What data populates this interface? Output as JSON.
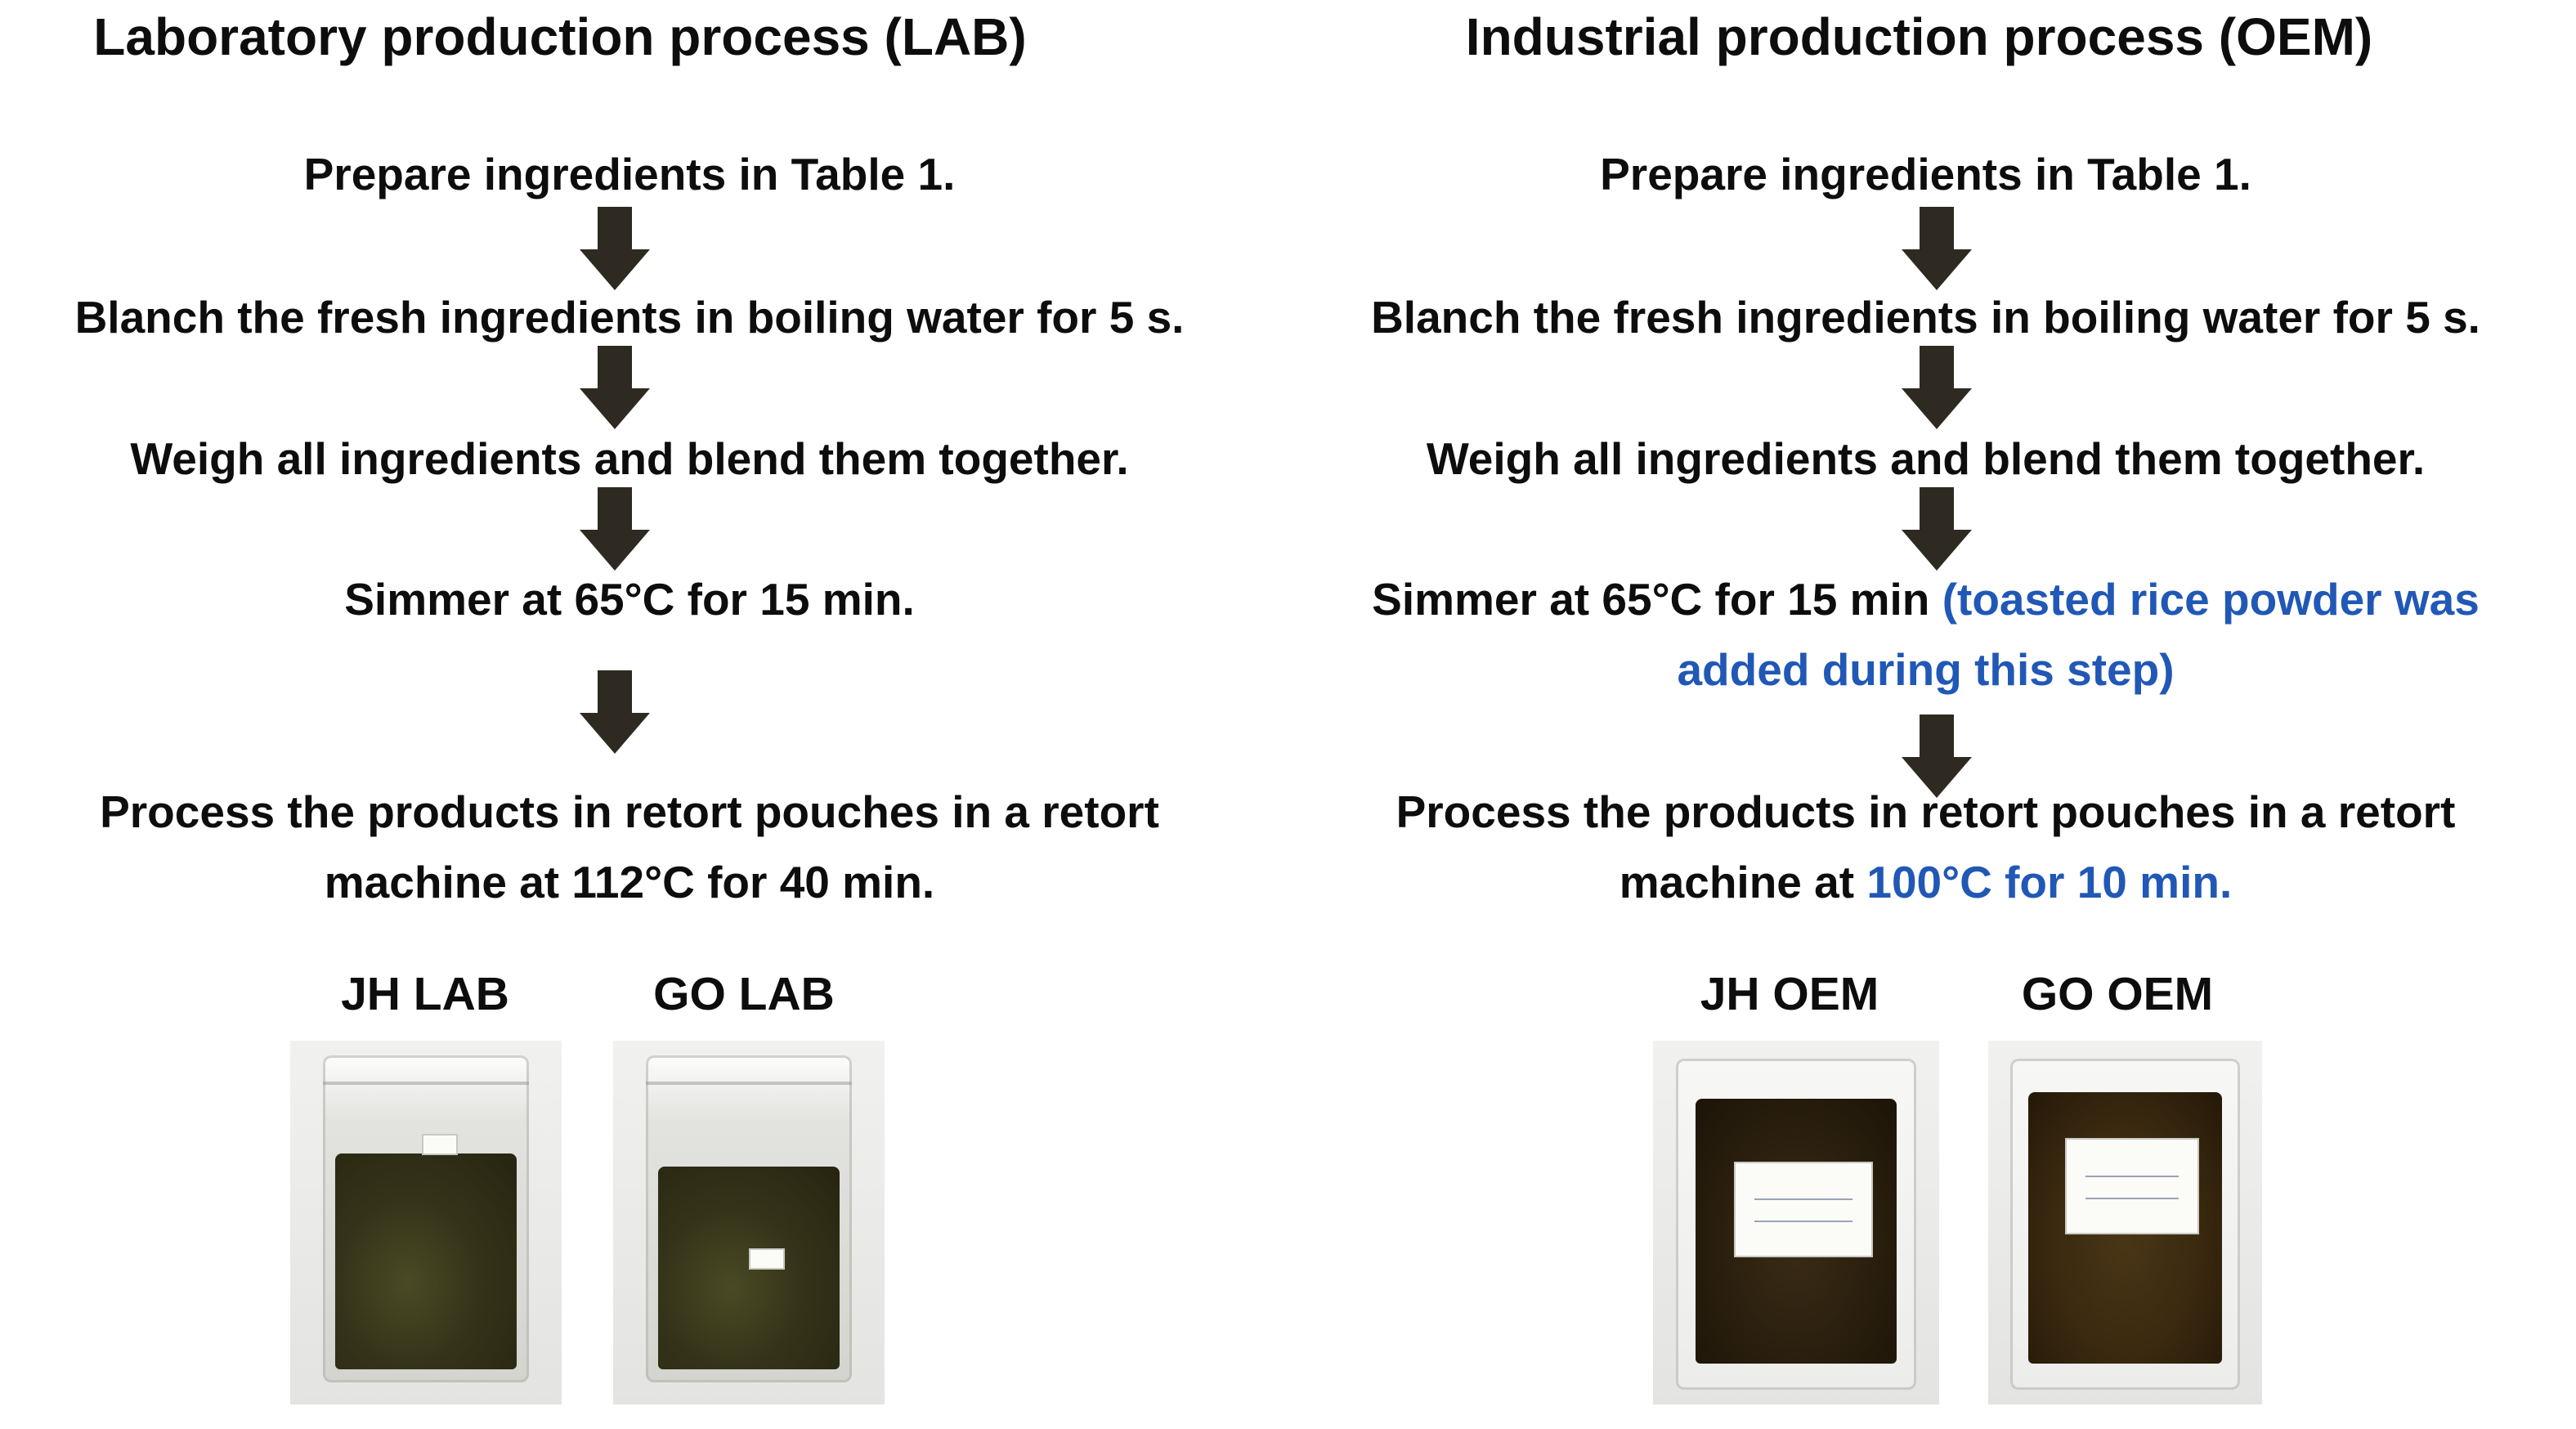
{
  "lab": {
    "title": "Laboratory production process (LAB)",
    "steps": [
      "Prepare ingredients in Table 1.",
      "Blanch the fresh ingredients in boiling water for 5 s.",
      "Weigh all ingredients and blend them together.",
      "Simmer at  65°C for 15 min.",
      "Process the products in retort pouches in a retort",
      "machine at 112°C for 40 min."
    ],
    "samples": [
      "JH LAB",
      "GO LAB"
    ]
  },
  "oem": {
    "title": "Industrial production process (OEM)",
    "steps": [
      "Prepare ingredients in Table 1.",
      "Blanch the fresh ingredients in boiling water for 5 s.",
      "Weigh all ingredients and blend them together."
    ],
    "simmer": {
      "text": "Simmer at  65°C for 15 min ",
      "note_line1": "(toasted rice powder was",
      "note_line2": "added during this step)"
    },
    "retort": {
      "line1": "Process the products in retort pouches in a retort",
      "line2_prefix": "machine at ",
      "line2_highlight": "100°C for 10 min."
    },
    "samples": [
      "JH OEM",
      "GO OEM"
    ]
  },
  "colors": {
    "text": "#0d0d0d",
    "highlight": "#2158b6",
    "arrow": "#2f2a21",
    "product_dark": "#26240f"
  }
}
